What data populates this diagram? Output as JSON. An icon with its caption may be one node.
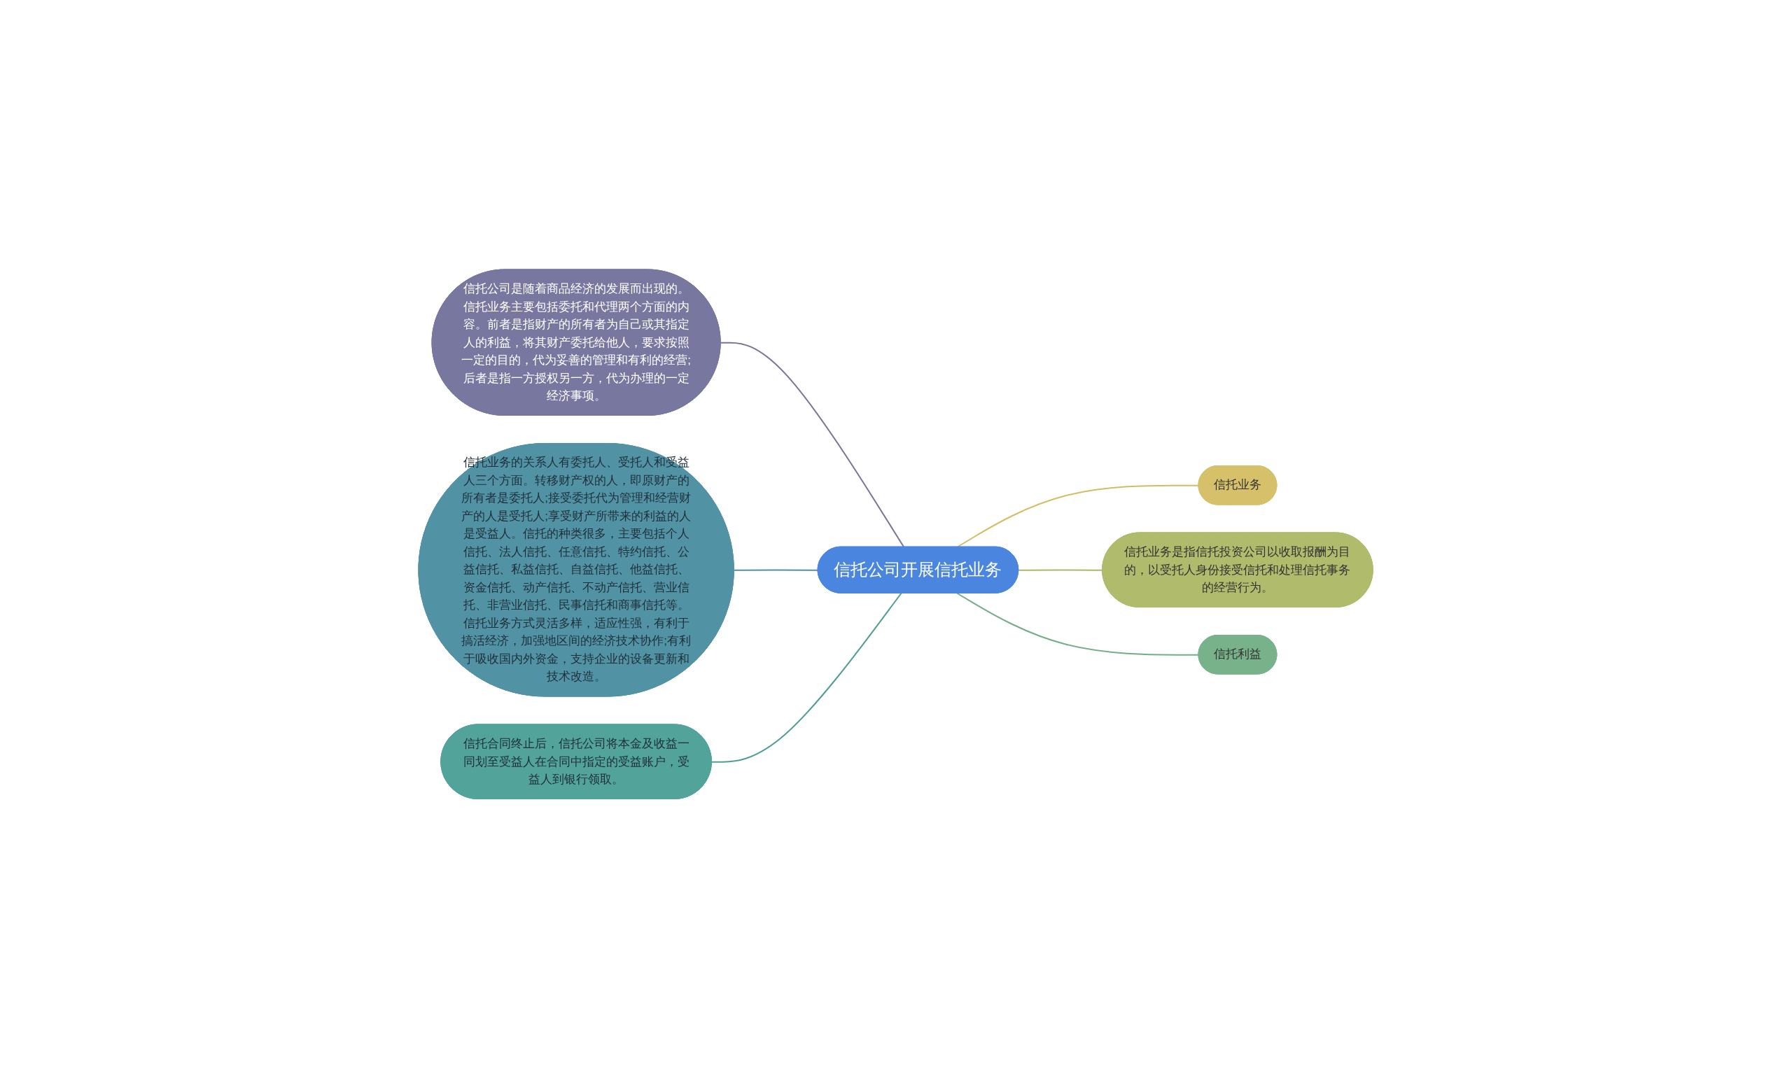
{
  "diagram": {
    "nodes": [
      {
        "text": [
          "信托公司开展信托业务"
        ]
      },
      {
        "text": [
          "信托公司是随着商品经济的发展而出现的。信托业务主要包括委托和代理两个方面的内容。前者是指财产的所有者为自己或其指定人的利益，将其财产委托给他人，要求按照一定的目的，代为妥善的管理和有利的经营;后者是指一方授权另一方，代为办理的一定经济事项。"
        ]
      },
      {
        "text": [
          "信托业务"
        ]
      },
      {
        "text": [
          "信托业务的关系人有委托人、受托人和受益人三个方面。转移财产权的人，即原财产的所有者是委托人;接受委托代为管理和经营财产的人是受托人;享受财产所带来的利益的人是受益人。信托的种类很多，主要包括个人信托、法人信托、任意信托、特约信托、公益信托、私益信托、自益信托、他益信托、资金信托、动产信托、不动产信托、营业信托、非营业信托、民事信托和商事信托等。信托业务方式灵活多样，适应性强，有利于搞活经济，加强地区间的经济技术协作;有利于吸收国内外资金，支持企业的设备更新和技术改造。"
        ]
      },
      {
        "text": [
          "信托业务是指信托投资公司以收取报酬为目的，以受托人身份接受信托和处理信托事务的经营行为。"
        ]
      },
      {
        "text": [
          "信托利益"
        ]
      },
      {
        "text": [
          "信托合同终止后，信托公司将本金及收益一同划至受益人在合同中指定的受益账户，受益人到银行领取。"
        ]
      }
    ],
    "edges": [
      {
        "from": 1,
        "to": 0,
        "arrow": "none",
        "color": "#77749c"
      },
      {
        "from": 0,
        "to": 2,
        "arrow": "none",
        "color": "#d4bc64"
      },
      {
        "from": 3,
        "to": 0,
        "arrow": "none",
        "color": "#52909f"
      },
      {
        "from": 0,
        "to": 4,
        "arrow": "none",
        "color": "#abb86a"
      },
      {
        "from": 0,
        "to": 5,
        "arrow": "none",
        "color": "#74ad88"
      },
      {
        "from": 6,
        "to": 0,
        "arrow": "none",
        "color": "#4f9e94"
      }
    ]
  }
}
